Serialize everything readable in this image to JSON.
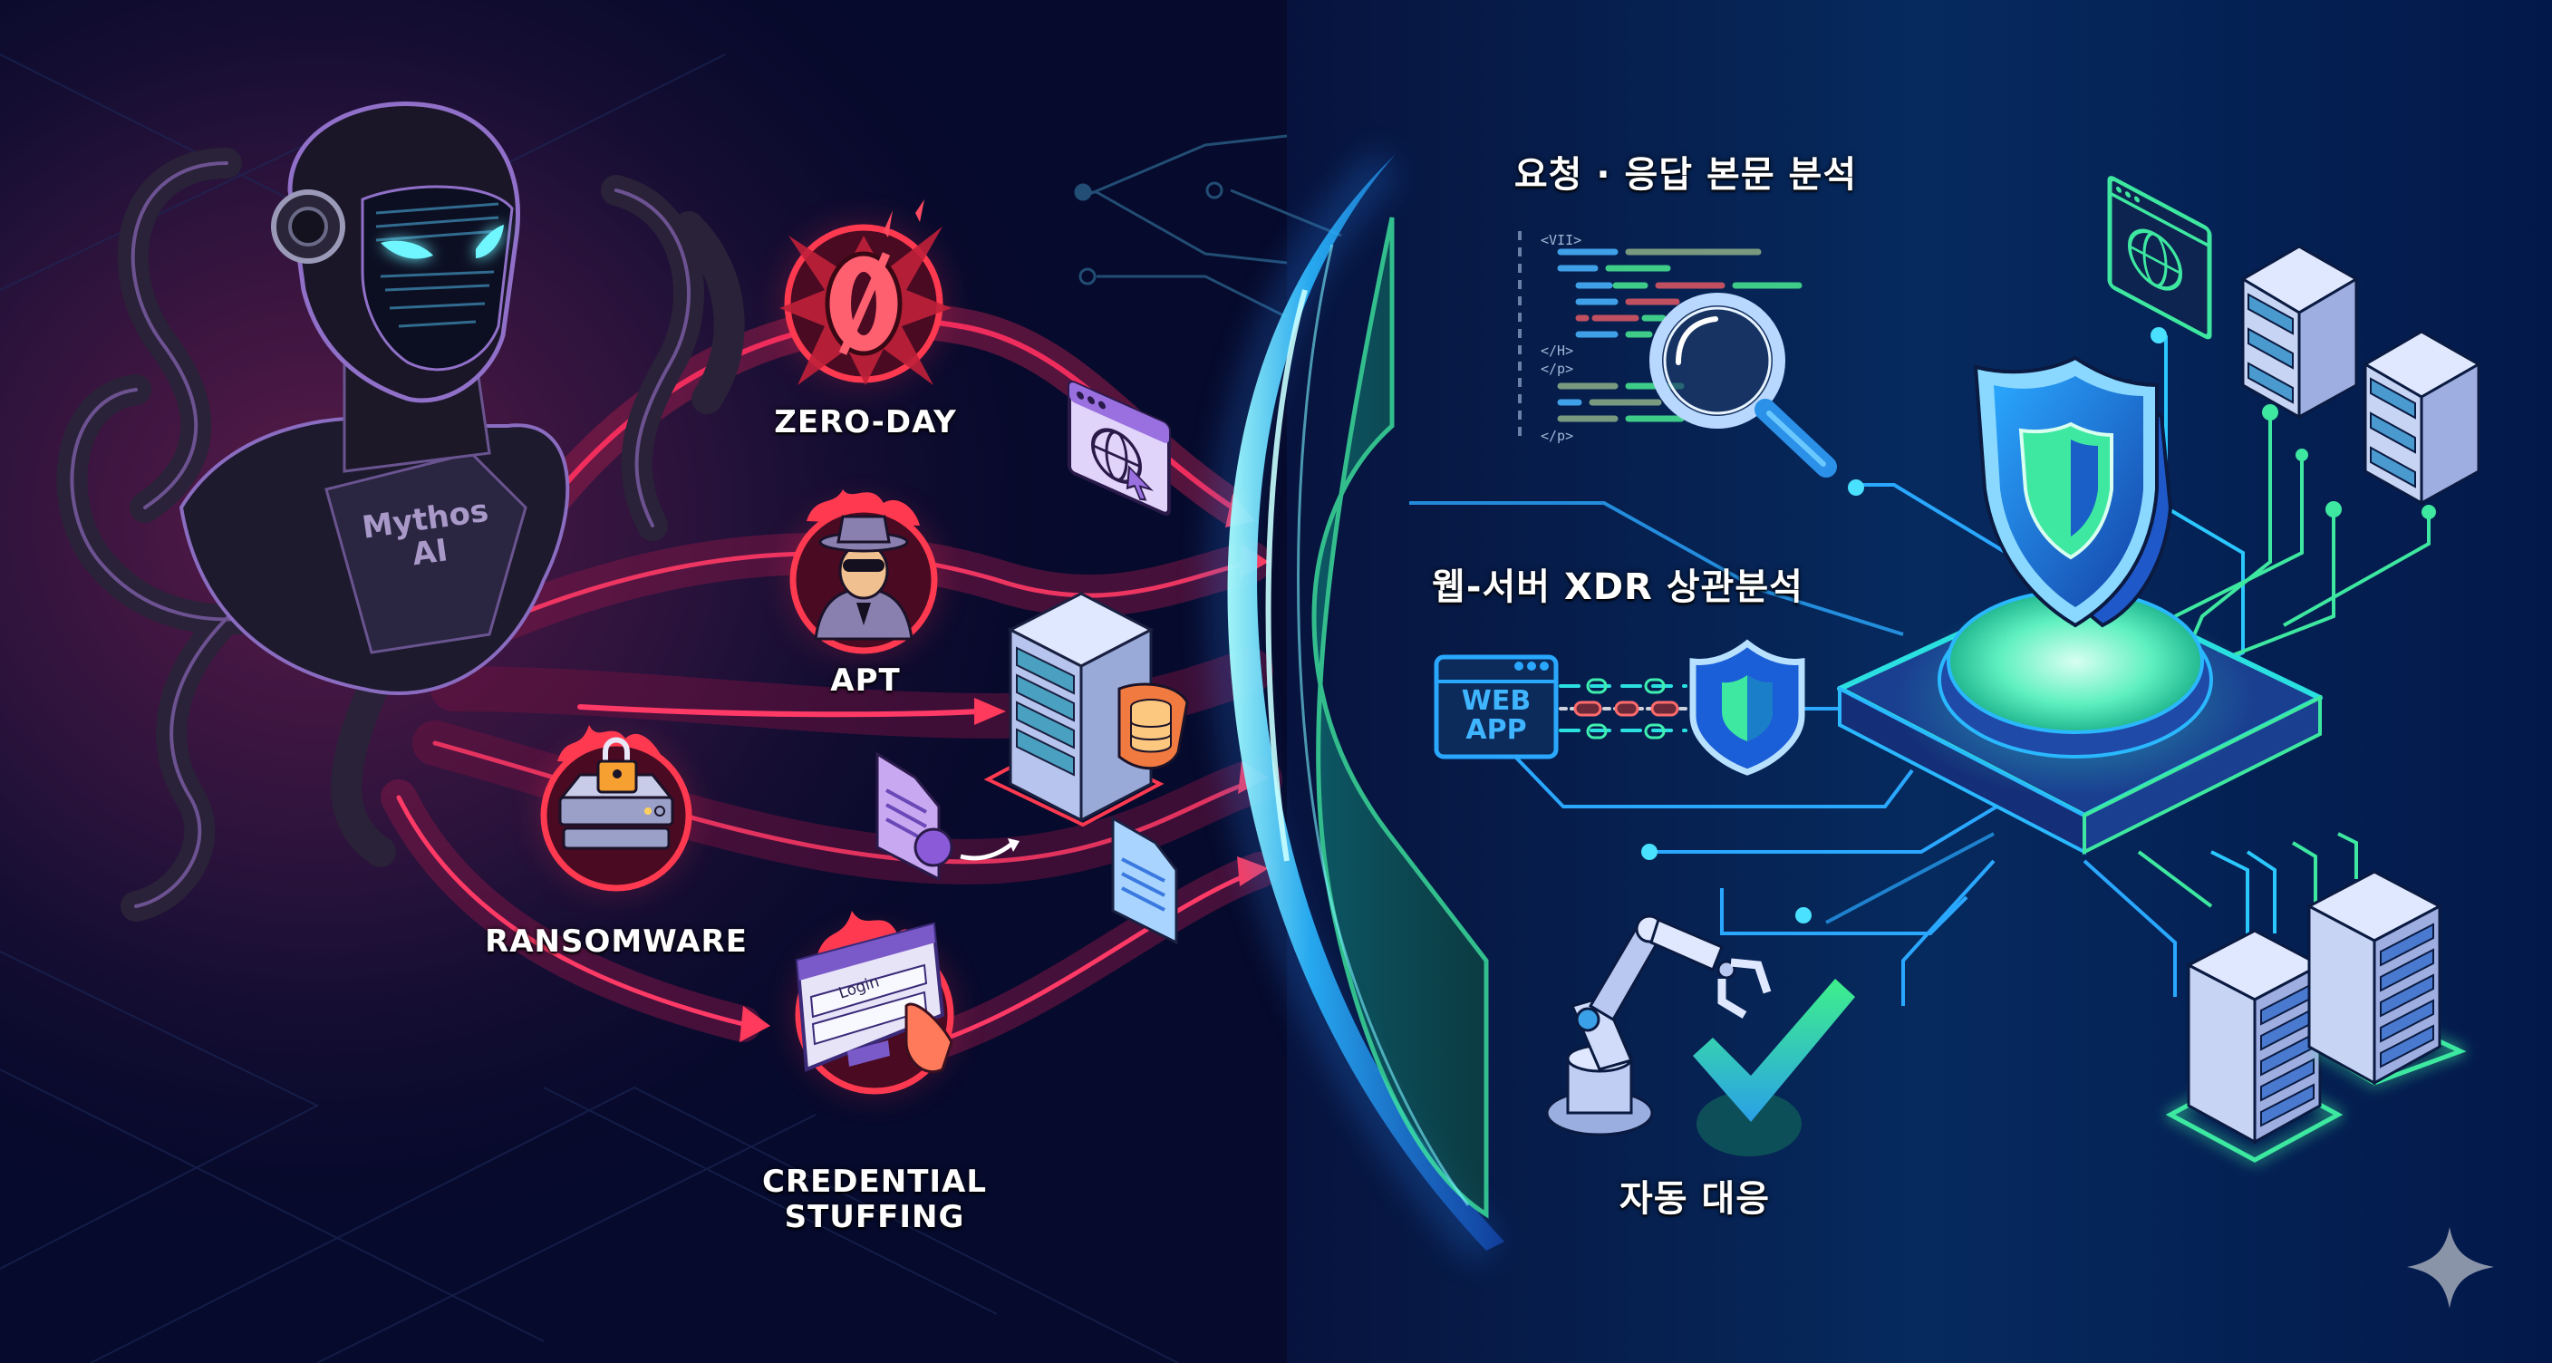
{
  "left_panel": {
    "character": {
      "name_line1": "Mythos",
      "name_line2": "AI",
      "icon": "octopus-robot-icon",
      "eye_color": "#5ff3ff"
    },
    "threats": [
      {
        "id": "zero-day",
        "label": "ZERO-DAY",
        "icon": "zero-burst-icon"
      },
      {
        "id": "apt",
        "label": "APT",
        "icon": "spy-hat-icon"
      },
      {
        "id": "ransomware",
        "label": "RANSOMWARE",
        "icon": "locked-server-icon"
      },
      {
        "id": "credential-stuffing",
        "label_line1": "CREDENTIAL",
        "label_line2": "STUFFING",
        "icon": "login-form-icon",
        "login_text": "Login"
      }
    ],
    "targets": [
      {
        "icon": "browser-globe-icon"
      },
      {
        "icon": "server-database-icon"
      },
      {
        "icon": "document-icon"
      },
      {
        "icon": "file-upload-icon"
      }
    ],
    "accent_color": "#ff3a5c"
  },
  "shield_barrier": {
    "icon": "shield-barrier-icon",
    "colors": [
      "#2fa0ff",
      "#3ee8b0"
    ]
  },
  "right_panel": {
    "body_analysis": {
      "title": "요청 · 응답 본문 분석",
      "code_tags": [
        "<VII>",
        "</H>",
        "</p>",
        "</p>"
      ],
      "icon": "magnifier-icon"
    },
    "xdr_correlation": {
      "title": "웹-서버 XDR 상관분석",
      "webapp_line1": "WEB",
      "webapp_line2": "APP",
      "icon": "shield-check-icon"
    },
    "auto_response": {
      "title": "자동 대응",
      "icons": [
        "robot-arm-icon",
        "checkmark-icon"
      ]
    },
    "core": {
      "icon": "central-shield-icon"
    },
    "servers": [
      {
        "icon": "server-stack-icon"
      },
      {
        "icon": "server-stack-icon"
      },
      {
        "icon": "server-tower-icon"
      },
      {
        "icon": "server-tower-icon"
      }
    ],
    "browser": {
      "icon": "browser-globe-icon"
    },
    "accent_color": "#3ee8b0",
    "primary_color": "#2fa0ff"
  },
  "watermark": {
    "icon": "sparkle-icon"
  }
}
